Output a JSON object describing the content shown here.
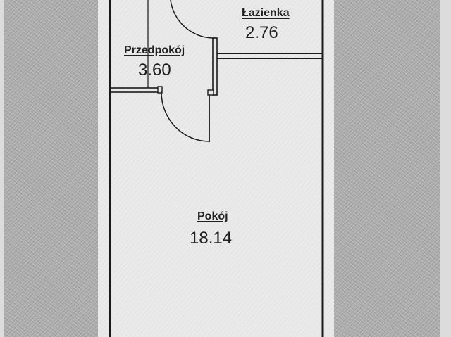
{
  "floor_plan": {
    "rooms": [
      {
        "id": "lazienka",
        "name": "Łazienka",
        "area": "2.76"
      },
      {
        "id": "przedpokoj",
        "name": "Przedpokój",
        "area": "3.60"
      },
      {
        "id": "pokoj",
        "name": "Pokój",
        "area": "18.14"
      }
    ]
  },
  "colors": {
    "wall": "#1a1a1a",
    "paper": "#e9e8e9",
    "background_texture": "#a9a9a9"
  }
}
